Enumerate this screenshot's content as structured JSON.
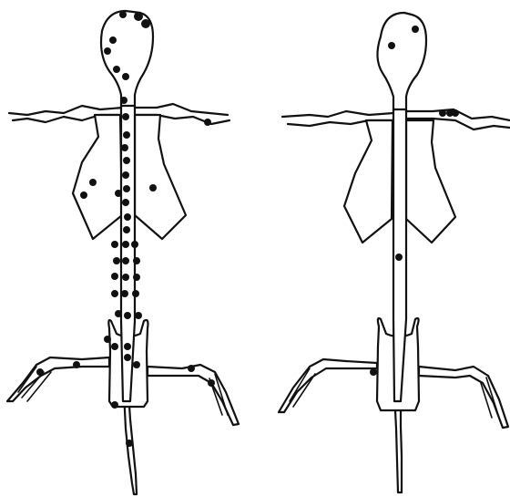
{
  "figure": {
    "panels": [
      {
        "id": "left",
        "dot_count": 48
      },
      {
        "id": "right",
        "dot_count": 7
      }
    ],
    "dot_color": "#111111",
    "line_color": "#111111",
    "background": "#ffffff"
  }
}
